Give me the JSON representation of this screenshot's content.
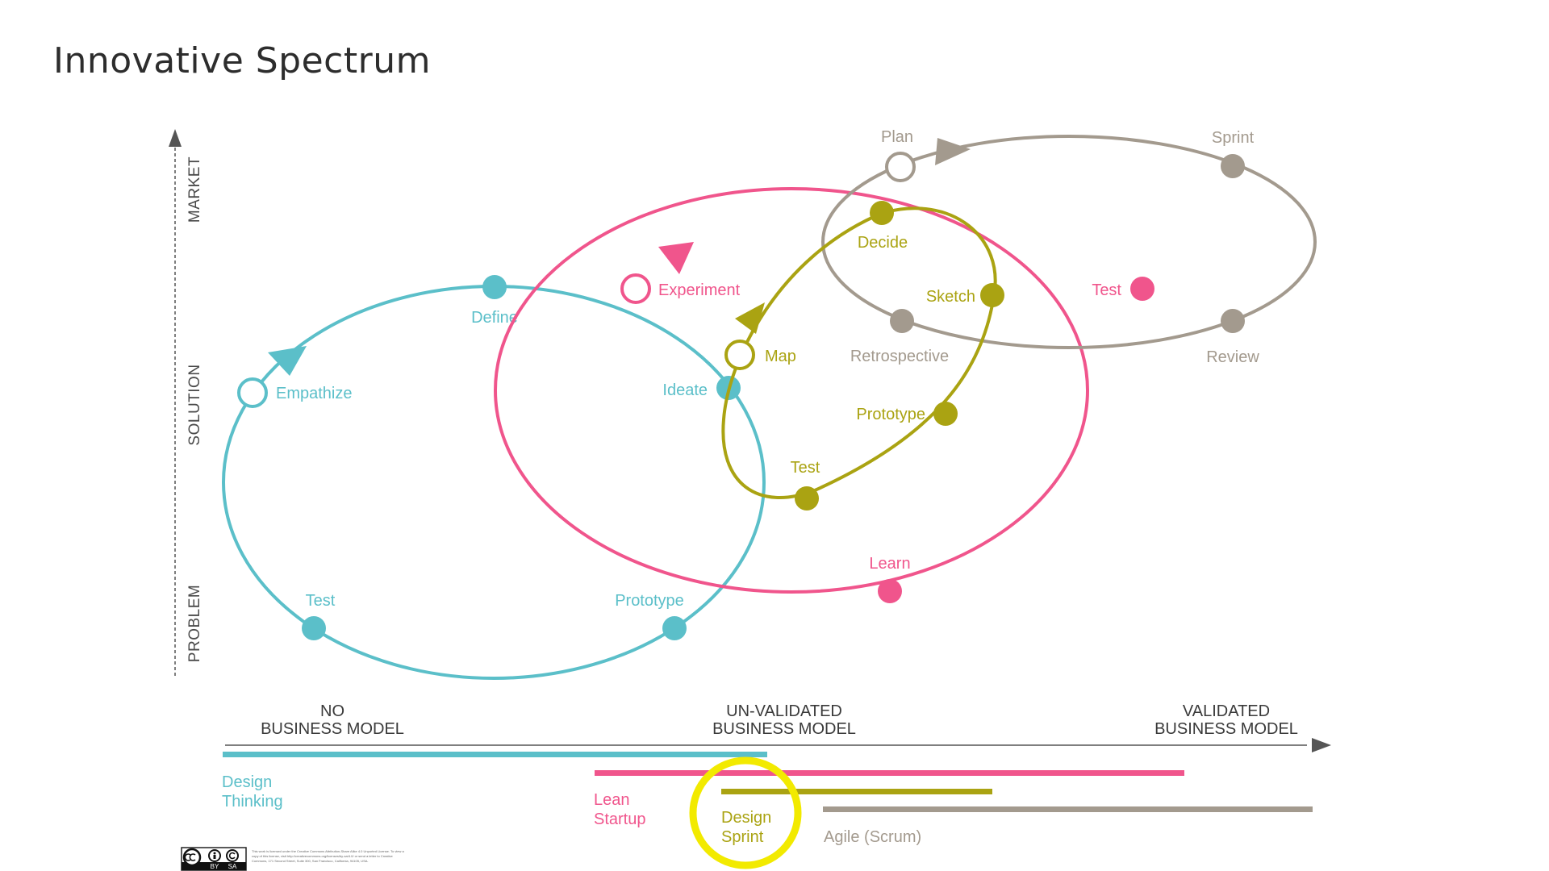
{
  "title": "Innovative Spectrum",
  "colors": {
    "design_thinking": "#5bbfc9",
    "lean_startup": "#f0558c",
    "design_sprint": "#aaa312",
    "agile": "#a39a8e",
    "highlight": "#f2ea00",
    "axis": "#555555"
  },
  "y_axis": {
    "labels": [
      "MARKET",
      "SOLUTION",
      "PROBLEM"
    ]
  },
  "x_axis": {
    "stages": [
      {
        "line1": "NO",
        "line2": "BUSINESS MODEL"
      },
      {
        "line1": "UN-VALIDATED",
        "line2": "BUSINESS MODEL"
      },
      {
        "line1": "VALIDATED",
        "line2": "BUSINESS MODEL"
      }
    ]
  },
  "cycles": {
    "design_thinking": {
      "name": [
        "Design",
        "Thinking"
      ],
      "nodes": [
        "Empathize",
        "Define",
        "Ideate",
        "Prototype",
        "Test"
      ]
    },
    "lean_startup": {
      "name": [
        "Lean",
        "Startup"
      ],
      "nodes": [
        "Experiment",
        "Test",
        "Learn"
      ]
    },
    "design_sprint": {
      "name": [
        "Design",
        "Sprint"
      ],
      "nodes": [
        "Map",
        "Decide",
        "Sketch",
        "Prototype",
        "Test"
      ]
    },
    "agile": {
      "name": [
        "Agile (Scrum)"
      ],
      "nodes": [
        "Plan",
        "Sprint",
        "Review",
        "Retrospective"
      ]
    }
  },
  "license": {
    "badge": [
      "BY",
      "SA"
    ],
    "lines": [
      "This work is licensed under the Creative Commons Attribution-Share Alike 4.0 Unported License. To view a",
      "copy of this license, visit http://creativecommons.org/licenses/by-sa/4.0/ or send a letter to Creative",
      "Commons, 171 Second Street, Suite 300, San Francisco, California, 94105, USA."
    ]
  }
}
